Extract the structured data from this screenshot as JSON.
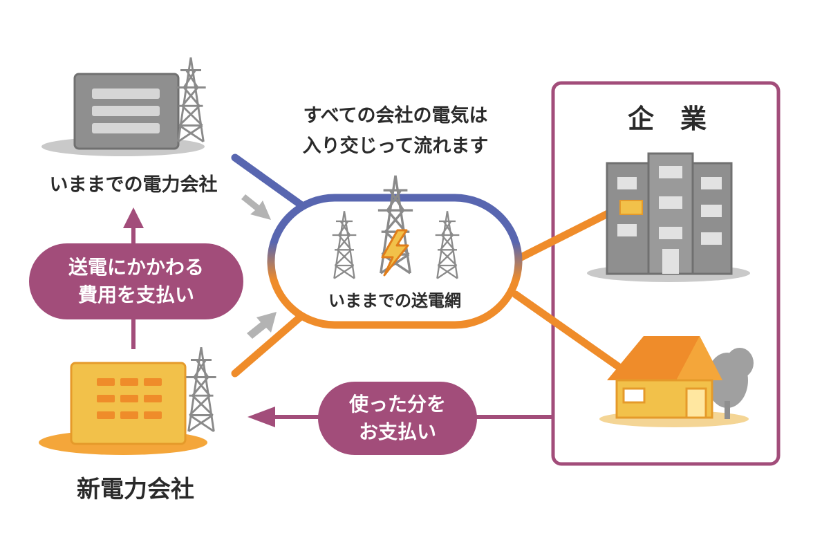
{
  "labels": {
    "old_company": "いままでの電力会社",
    "new_company": "新電力会社",
    "grid_caption_line1": "すべての会社の電気は",
    "grid_caption_line2": "入り交じって流れます",
    "grid_name": "いままでの送電網",
    "fee_line1": "送電にかかわる",
    "fee_line2": "費用を支払い",
    "pay_line1": "使った分を",
    "pay_line2": "お支払い",
    "consumer_title": "企　業"
  },
  "colors": {
    "old_grid_blue": "#5866b0",
    "new_power_orange": "#ef8c2a",
    "payment_purple": "#a24d7a",
    "gray_building": "#8f8f8f",
    "yellow_building": "#f2c14a"
  },
  "icons": [
    "power-plant-icon",
    "transmission-tower-icon",
    "lightning-icon",
    "office-building-icon",
    "house-icon",
    "tree-icon"
  ]
}
